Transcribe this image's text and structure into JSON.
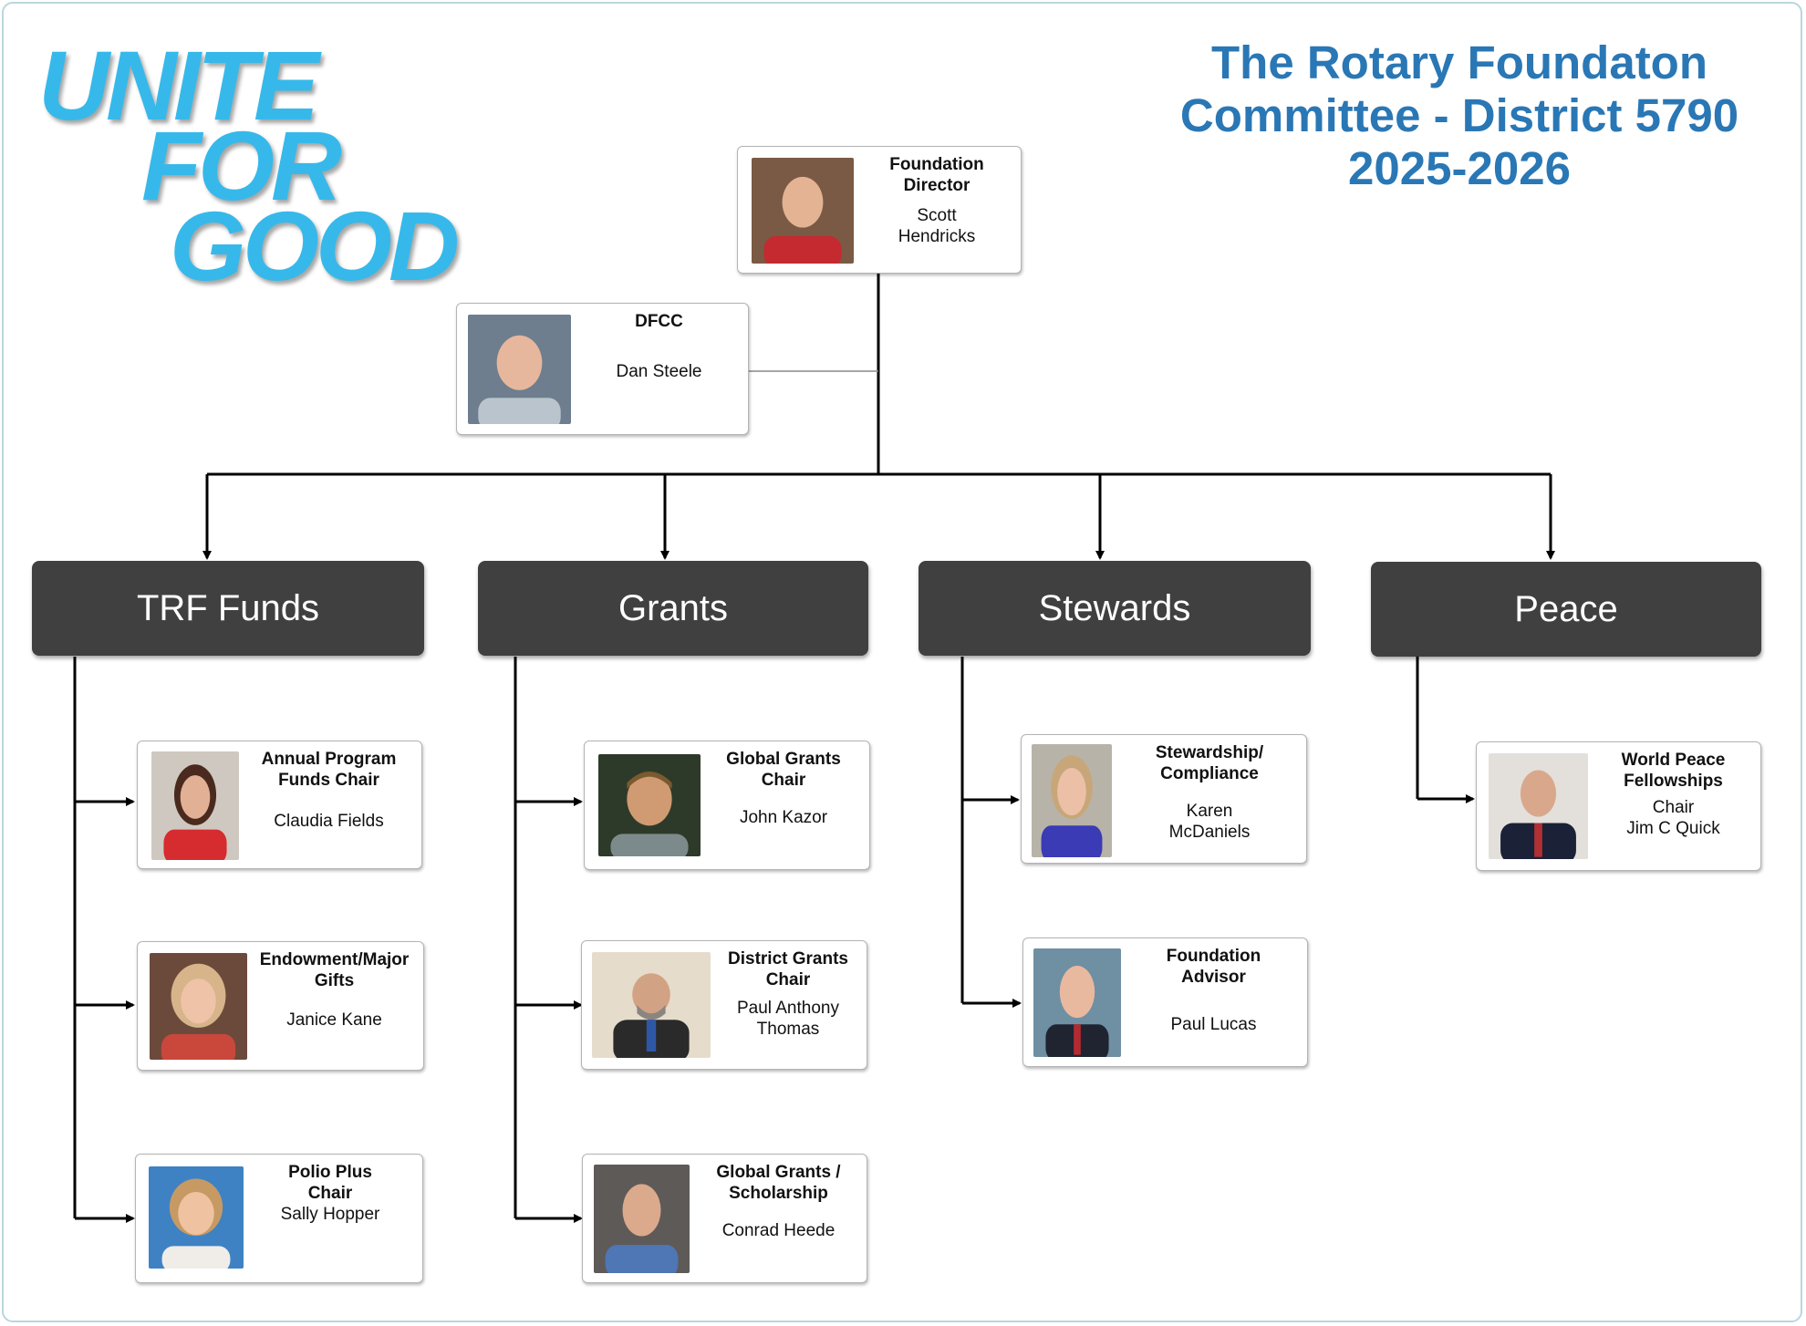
{
  "logo": {
    "line1": "UNITE",
    "line2": "FOR",
    "line3": "GOOD"
  },
  "title": {
    "line1": "The Rotary Foundaton",
    "line2": "Committee - District 5790",
    "line3": "2025-2026"
  },
  "colors": {
    "title": "#2a77b5",
    "logo": "#36b9ea",
    "header": "#404040"
  },
  "top": {
    "director": {
      "role": "Foundation\nDirector",
      "name": "Scott\nHendricks"
    },
    "dfcc": {
      "role": "DFCC",
      "name": "Dan Steele"
    }
  },
  "columns": [
    {
      "header": "TRF Funds",
      "members": [
        {
          "role": "Annual Program\nFunds Chair",
          "name": "Claudia Fields"
        },
        {
          "role": "Endowment/Major\nGifts",
          "name": "Janice Kane"
        },
        {
          "role": "Polio Plus\nChair",
          "name": "Sally Hopper"
        }
      ]
    },
    {
      "header": "Grants",
      "members": [
        {
          "role": "Global Grants\nChair",
          "name": "John Kazor"
        },
        {
          "role": "District Grants\nChair",
          "name": "Paul Anthony\nThomas"
        },
        {
          "role": "Global Grants /\nScholarship",
          "name": "Conrad Heede"
        }
      ]
    },
    {
      "header": "Stewards",
      "members": [
        {
          "role": "Stewardship/\nCompliance",
          "name": "Karen\nMcDaniels"
        },
        {
          "role": "Foundation\nAdvisor",
          "name": "Paul Lucas"
        }
      ]
    },
    {
      "header": "Peace",
      "members": [
        {
          "role": "World Peace\nFellowships",
          "name": "Chair\nJim C Quick"
        }
      ]
    }
  ]
}
